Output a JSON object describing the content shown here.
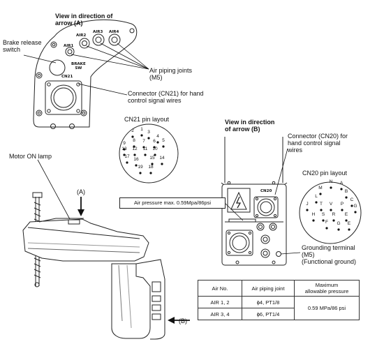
{
  "view_a": {
    "title": "View in direction of\narrow (A)",
    "air_labels": [
      "AIR1",
      "AIR2",
      "AIR3",
      "AIR4"
    ],
    "brake_label": "BRAKE\nSW",
    "cn21_label": "CN21",
    "callouts": {
      "brake_release": "Brake release\nswitch",
      "air_piping": "Air piping joints\n(M5)",
      "cn21_connector": "Connector (CN21) for hand\ncontrol signal wires"
    }
  },
  "cn21": {
    "title": "CN21 pin layout",
    "pins": [
      "1",
      "2",
      "3",
      "4",
      "5",
      "6",
      "7",
      "8",
      "9",
      "10",
      "11",
      "12",
      "13",
      "14",
      "15",
      "16",
      "17",
      "18",
      "19"
    ]
  },
  "robot": {
    "motor_lamp": "Motor ON lamp",
    "arrow_a": "(A)",
    "arrow_b": "(B)"
  },
  "view_b": {
    "title": "View in direction\nof arrow (B)",
    "pressure_box": "Air pressure max. 0.59Mpa/86psi",
    "cn20_label": "CN20",
    "callouts": {
      "cn20_connector": "Connector (CN20) for\nhand control signal\nwires",
      "grounding": "Grounding terminal\n(M5)\n(Functional ground)"
    }
  },
  "cn20": {
    "title": "CN20 pin layout",
    "pins": [
      "N",
      "A",
      "M",
      "B",
      "L",
      "C",
      "J",
      "T",
      "V",
      "P",
      "G",
      "H",
      "S",
      "R",
      "E",
      "F",
      "G",
      "E"
    ]
  },
  "table": {
    "headers": [
      "Air No.",
      "Air piping joint",
      "Maximum\nallowable pressure"
    ],
    "rows": [
      {
        "air_no": "AIR 1, 2",
        "joint": "ϕ4, PT1/8"
      },
      {
        "air_no": "AIR 3, 4",
        "joint": "ϕ6, PT1/4"
      }
    ],
    "pressure": "0.59 MPa/86 psi"
  }
}
